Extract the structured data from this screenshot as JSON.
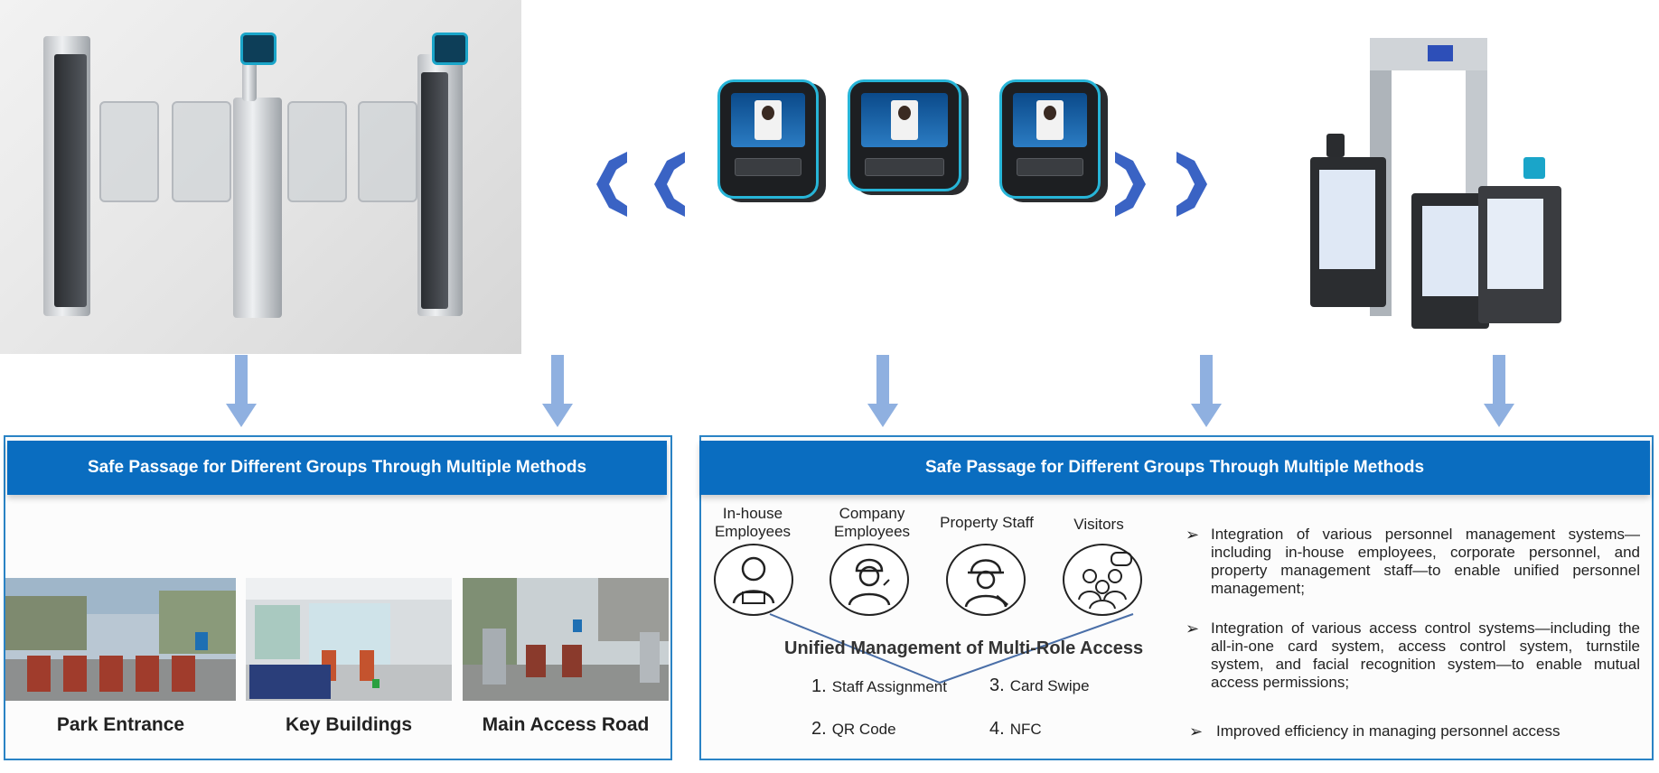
{
  "top": {
    "left_image": "turnstile-speed-gates",
    "center_image": "face-recognition-terminals",
    "right_image": "metal-detector-gate"
  },
  "left_panel": {
    "header": "Safe Passage for Different Groups Through Multiple Methods",
    "locations": [
      {
        "caption": "Park Entrance"
      },
      {
        "caption": "Key Buildings"
      },
      {
        "caption": "Main Access Road"
      }
    ]
  },
  "right_panel": {
    "header": "Safe Passage for Different Groups Through Multiple Methods",
    "roles": [
      {
        "label": "In-house\nEmployees",
        "icon": "employee-icon"
      },
      {
        "label": "Company\nEmployees",
        "icon": "worker-icon"
      },
      {
        "label": "Property Staff",
        "icon": "hardhat-worker-icon"
      },
      {
        "label": "Visitors",
        "icon": "group-visitors-icon"
      }
    ],
    "unified_title": "Unified Management of Multi-Role Access",
    "methods": [
      {
        "num": "1.",
        "label": "Staff Assignment"
      },
      {
        "num": "3.",
        "label": "Card Swipe"
      },
      {
        "num": "2.",
        "label": "QR Code"
      },
      {
        "num": "4.",
        "label": "NFC"
      }
    ],
    "bullets": [
      "Integration of various personnel management systems—including in-house employees, corporate personnel, and property management staff—to enable unified personnel management;",
      "Integration of various access control systems—including the all-in-one card system, access control system, turnstile system, and facial recognition system—to enable mutual access permissions;",
      "Improved efficiency in managing personnel access"
    ],
    "bullet_marker": "➢"
  },
  "colors": {
    "header_blue": "#0a6dc0",
    "arrow_blue": "#8fb0e0",
    "chevron_blue": "#3a63c4"
  }
}
